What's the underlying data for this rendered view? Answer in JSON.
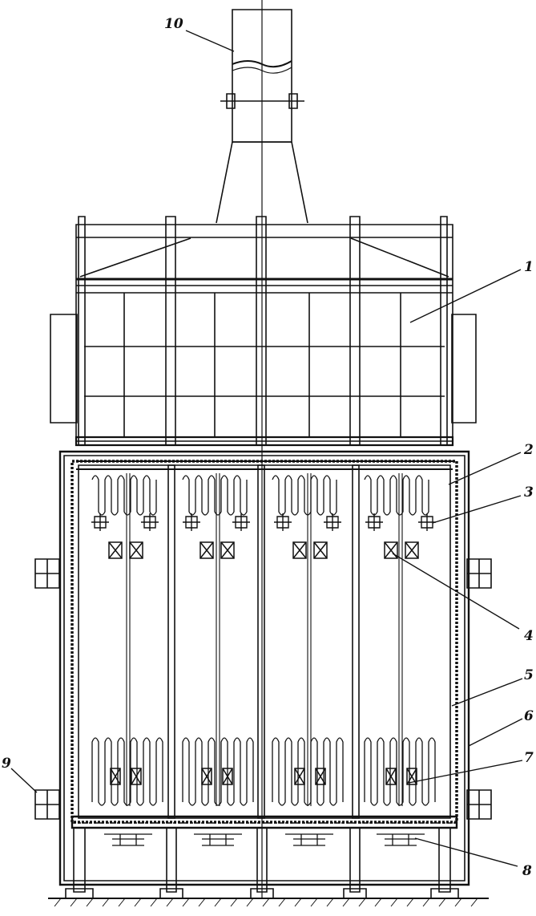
{
  "callouts": [
    {
      "id": "1",
      "text": "1"
    },
    {
      "id": "2",
      "text": "2"
    },
    {
      "id": "3",
      "text": "3"
    },
    {
      "id": "4",
      "text": "4"
    },
    {
      "id": "5",
      "text": "5"
    },
    {
      "id": "6",
      "text": "6"
    },
    {
      "id": "7",
      "text": "7"
    },
    {
      "id": "8",
      "text": "8"
    },
    {
      "id": "9",
      "text": "9"
    },
    {
      "id": "10",
      "text": "10"
    }
  ],
  "colors": {
    "ink": "#111111",
    "paper": "#ffffff"
  }
}
